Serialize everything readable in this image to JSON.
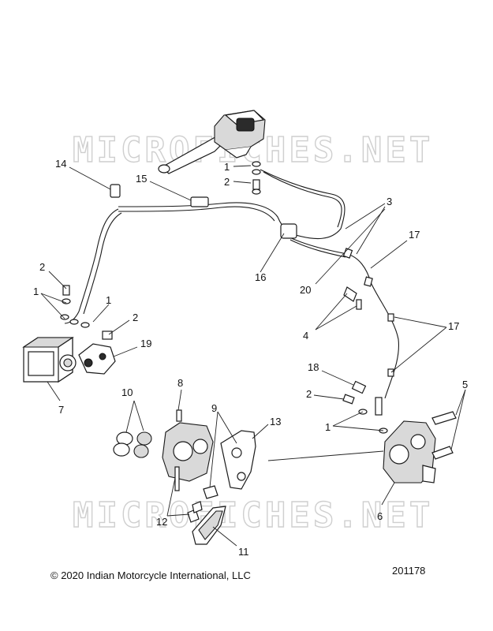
{
  "watermark": {
    "text": "MICROFICHES.NET"
  },
  "callouts": [
    {
      "id": "1a",
      "label": "1"
    },
    {
      "id": "2a",
      "label": "2"
    },
    {
      "id": "14",
      "label": "14"
    },
    {
      "id": "15",
      "label": "15"
    },
    {
      "id": "3",
      "label": "3"
    },
    {
      "id": "17a",
      "label": "17"
    },
    {
      "id": "16",
      "label": "16"
    },
    {
      "id": "20",
      "label": "20"
    },
    {
      "id": "2b",
      "label": "2"
    },
    {
      "id": "1b",
      "label": "1"
    },
    {
      "id": "1c",
      "label": "1"
    },
    {
      "id": "2c",
      "label": "2"
    },
    {
      "id": "19",
      "label": "19"
    },
    {
      "id": "4",
      "label": "4"
    },
    {
      "id": "17b",
      "label": "17"
    },
    {
      "id": "7",
      "label": "7"
    },
    {
      "id": "18",
      "label": "18"
    },
    {
      "id": "5",
      "label": "5"
    },
    {
      "id": "10",
      "label": "10"
    },
    {
      "id": "8",
      "label": "8"
    },
    {
      "id": "2d",
      "label": "2"
    },
    {
      "id": "9",
      "label": "9"
    },
    {
      "id": "13",
      "label": "13"
    },
    {
      "id": "1d",
      "label": "1"
    },
    {
      "id": "6",
      "label": "6"
    },
    {
      "id": "12",
      "label": "12"
    },
    {
      "id": "11",
      "label": "11"
    }
  ],
  "footer": {
    "copyright": "© 2020 Indian Motorcycle International, LLC",
    "diagram_number": "201178"
  }
}
